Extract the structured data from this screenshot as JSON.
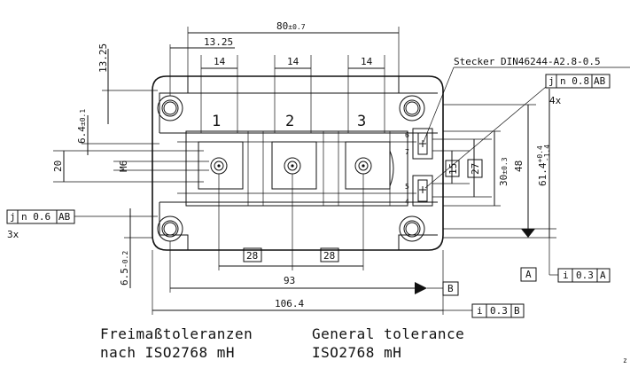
{
  "dimensions": {
    "overall_width": "80",
    "overall_width_tol": "±0.7",
    "hole_offset": "13.25",
    "terminal_width_1": "14",
    "terminal_width_2": "14",
    "terminal_width_3": "14",
    "top_height": "13.25",
    "side_offset": "6.4",
    "side_offset_tol": "±0.1",
    "height_20": "20",
    "thread": "M6",
    "bottom_offset": "6.5",
    "bottom_offset_tol": "-0.2",
    "pitch_1": "28",
    "pitch_2": "28",
    "mount_pitch": "93",
    "total_length": "106.4",
    "box_15": "15",
    "box_27": "27",
    "dim_30": "30",
    "dim_30_tol": "±0.3",
    "dim_48": "48",
    "dim_61": "61.4",
    "dim_61_tol_up": "+0.4",
    "dim_61_tol_dn": "-1.4",
    "count_4x": "4x",
    "count_3x": "3x"
  },
  "connector_label": "Stecker DIN46244-A2.8-0.5",
  "terminals": [
    "1",
    "2",
    "3"
  ],
  "pins": [
    "6",
    "7",
    "5",
    "4"
  ],
  "tolerance_frames": {
    "position_top": {
      "symbol": "j",
      "value": "n 0.8",
      "datum": "AB"
    },
    "position_left": {
      "symbol": "j",
      "value": "n 0.6",
      "datum": "AB"
    },
    "flatness_a": {
      "symbol": "i",
      "value": "0.3",
      "datum": "A"
    },
    "flatness_b": {
      "symbol": "i",
      "value": "0.3",
      "datum": "B"
    }
  },
  "datums": {
    "a": "A",
    "b": "B"
  },
  "footer": {
    "de_line1": "Freimaßtoleranzen",
    "de_line2": "nach ISO2768 mH",
    "en_line1": "General tolerance",
    "en_line2": "ISO2768 mH"
  },
  "corner_mark": "z"
}
